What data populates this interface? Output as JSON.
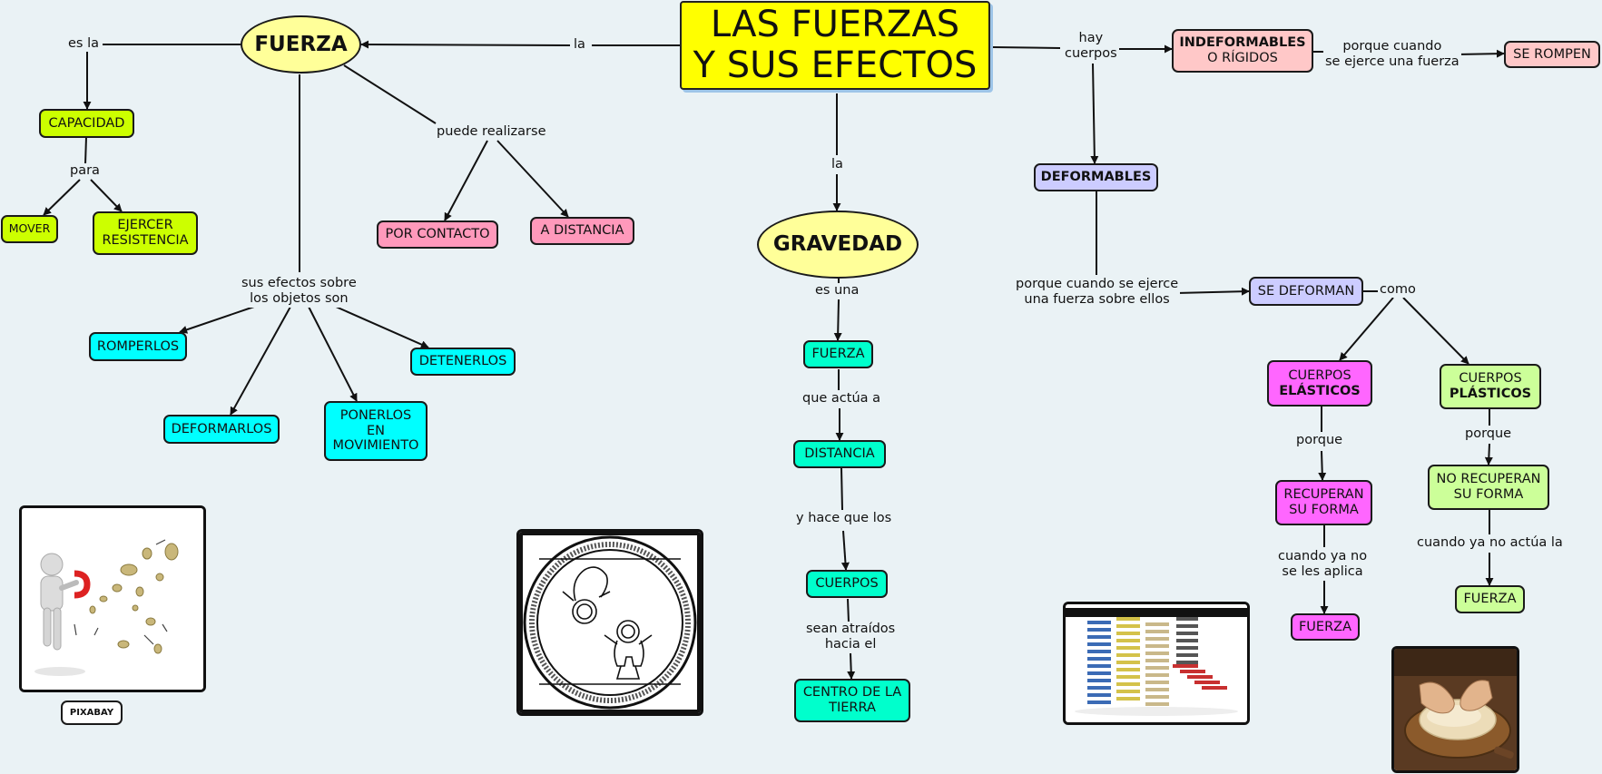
{
  "title": {
    "line1": "LAS FUERZAS",
    "line2": "Y SUS EFECTOS"
  },
  "nodes": {
    "fuerza_main": "FUERZA",
    "capacidad": "CAPACIDAD",
    "mover": "MOVER",
    "ejercer_l1": "EJERCER",
    "ejercer_l2": "RESISTENCIA",
    "por_contacto": "POR CONTACTO",
    "a_distancia": "A DISTANCIA",
    "romperlos": "ROMPERLOS",
    "detenerlos": "DETENERLOS",
    "deformarlos": "DEFORMARLOS",
    "ponerlos_l1": "PONERLOS",
    "ponerlos_l2": "EN",
    "ponerlos_l3": "MOVIMIENTO",
    "gravedad": "GRAVEDAD",
    "g_fuerza": "FUERZA",
    "g_distancia": "DISTANCIA",
    "g_cuerpos": "CUERPOS",
    "centro_l1": "CENTRO DE LA",
    "centro_l2": "TIERRA",
    "indef_l1": "INDEFORMABLES",
    "indef_l2": "O RÍGIDOS",
    "se_rompen": "SE ROMPEN",
    "deformables": "DEFORMABLES",
    "se_deforman": "SE DEFORMAN",
    "elasticos_l1": "CUERPOS",
    "elasticos_l2": "ELÁSTICOS",
    "plasticos_l1": "CUERPOS",
    "plasticos_l2": "PLÁSTICOS",
    "recuperan_l1": "RECUPERAN",
    "recuperan_l2": "SU FORMA",
    "no_recuperan_l1": "NO RECUPERAN",
    "no_recuperan_l2": "SU FORMA",
    "e_fuerza": "FUERZA",
    "p_fuerza": "FUERZA",
    "pixabay": "PIXABAY"
  },
  "labels": {
    "es_la": "es la",
    "la_top": "la",
    "para": "para",
    "puede_realizarse": "puede realizarse",
    "efectos_l1": "sus efectos sobre",
    "efectos_l2": "los objetos son",
    "la_mid": "la",
    "es_una": "es una",
    "que_actua": "que actúa a",
    "y_hace": "y hace que los",
    "sean_l1": "sean atraídos",
    "sean_l2": "hacia el",
    "hay_l1": "hay",
    "hay_l2": "cuerpos",
    "porque_cuando_l1": "porque cuando",
    "porque_cuando_l2": "se ejerce una fuerza",
    "pc_ellos_l1": "porque cuando se ejerce",
    "pc_ellos_l2": "una fuerza sobre ellos",
    "como": "como",
    "porque_e": "porque",
    "porque_p": "porque",
    "cuando_ya_no_l1": "cuando ya no",
    "cuando_ya_no_l2": "se les aplica",
    "cuando_ya_no_actua": "cuando ya no actúa la"
  },
  "colors": {
    "title": "#ffff00",
    "oval": "#ffff99",
    "lime": "#ccff00",
    "pink": "#ff99bb",
    "cyan": "#00ffff",
    "teal": "#00ffcc",
    "salmon": "#ffc8c8",
    "lavender": "#ccccff",
    "magenta": "#ff66ff",
    "light_green": "#ccff99",
    "background": "#eaf2f5"
  },
  "images": [
    "magnet-coins-image",
    "astronauts-coloring-image",
    "springs-image",
    "dough-hands-image"
  ]
}
